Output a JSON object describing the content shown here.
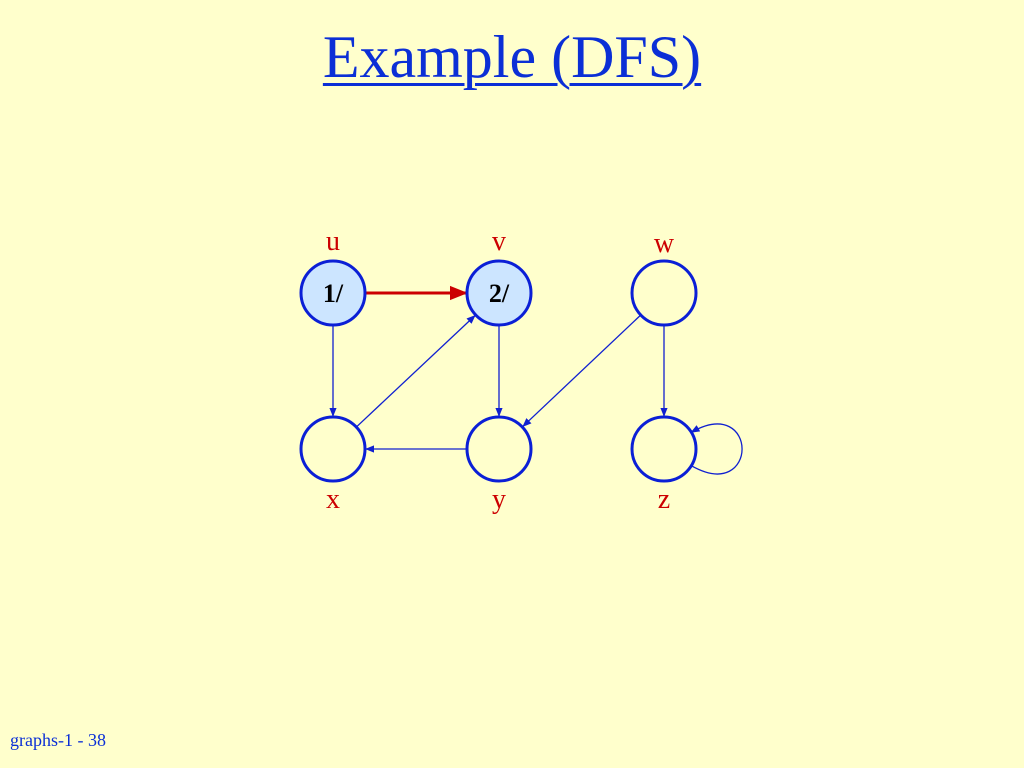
{
  "slide": {
    "title": "Example (DFS)",
    "footer": "graphs-1 - 38"
  },
  "graph": {
    "nodes": [
      {
        "id": "u",
        "label": "u",
        "value": "1/",
        "visited": true
      },
      {
        "id": "v",
        "label": "v",
        "value": "2/",
        "visited": true
      },
      {
        "id": "w",
        "label": "w",
        "value": "",
        "visited": false
      },
      {
        "id": "x",
        "label": "x",
        "value": "",
        "visited": false
      },
      {
        "id": "y",
        "label": "y",
        "value": "",
        "visited": false
      },
      {
        "id": "z",
        "label": "z",
        "value": "",
        "visited": false
      }
    ],
    "edges": [
      {
        "from": "u",
        "to": "v",
        "tree_edge": true
      },
      {
        "from": "u",
        "to": "x",
        "tree_edge": false
      },
      {
        "from": "x",
        "to": "v",
        "tree_edge": false
      },
      {
        "from": "v",
        "to": "y",
        "tree_edge": false
      },
      {
        "from": "y",
        "to": "x",
        "tree_edge": false
      },
      {
        "from": "w",
        "to": "y",
        "tree_edge": false
      },
      {
        "from": "w",
        "to": "z",
        "tree_edge": false
      },
      {
        "from": "z",
        "to": "z",
        "tree_edge": false
      }
    ]
  },
  "colors": {
    "background": "#FFFFCC",
    "title": "#0B2FD6",
    "node_stroke": "#0B1FD6",
    "visited_fill": "#CCE5FF",
    "unvisited_fill": "#FFFFCC",
    "vertex_label": "#CC0000",
    "edge": "#1020D0",
    "tree_edge": "#CC0000"
  }
}
